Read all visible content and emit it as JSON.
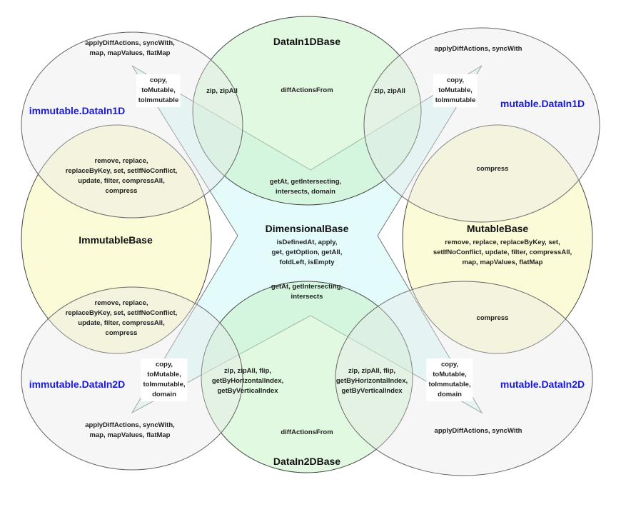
{
  "colors": {
    "dimensional_fill": "#e3fbfb",
    "data1d_fill": "#c9f2c9",
    "base_fill": "#fbfbd5",
    "outer_fill": "#f2f2f2"
  },
  "nodes": {
    "data1dbase": {
      "title": "DataIn1DBase",
      "center_methods": [
        "diffActionsFrom"
      ]
    },
    "data2dbase": {
      "title": "DataIn2DBase",
      "center_methods": [
        "diffActionsFrom"
      ]
    },
    "dimensional": {
      "title": "DimensionalBase",
      "methods": [
        "isDefinedAt, apply,",
        "get, getOption, getAll,",
        "foldLeft, isEmpty"
      ]
    },
    "immutable_base": {
      "title": "ImmutableBase"
    },
    "mutable_base": {
      "title": "MutableBase",
      "methods": [
        "remove, replace, replaceByKey, set,",
        "setIfNoConflict, update, filter, compressAll,",
        "map, mapValues, flatMap"
      ]
    },
    "immutable_1d": {
      "title": "immutable.DataIn1D",
      "methods": [
        "applyDiffActions, syncWith,",
        "map, mapValues, flatMap"
      ]
    },
    "mutable_1d": {
      "title": "mutable.DataIn1D",
      "methods": [
        "applyDiffActions, syncWith"
      ]
    },
    "immutable_2d": {
      "title": "immutable.DataIn2D",
      "methods": [
        "applyDiffActions, syncWith,",
        "map, mapValues, flatMap"
      ]
    },
    "mutable_2d": {
      "title": "mutable.DataIn2D",
      "methods": [
        "applyDiffActions, syncWith"
      ]
    }
  },
  "overlaps": {
    "imm1d_data1d": [
      "zip, zipAll"
    ],
    "mut1d_data1d": [
      "zip, zipAll"
    ],
    "data1d_dimensional": [
      "getAt, getIntersecting,",
      "intersects, domain"
    ],
    "data2d_dimensional": [
      "getAt, getIntersecting,",
      "intersects"
    ],
    "imm1d_immbase": [
      "remove, replace,",
      "replaceByKey, set, setIfNoConflict,",
      "update, filter, compressAll,",
      "compress"
    ],
    "imm2d_immbase": [
      "remove, replace,",
      "replaceByKey, set, setIfNoConflict,",
      "update, filter, compressAll,",
      "compress"
    ],
    "mut1d_mutbase": [
      "compress"
    ],
    "mut2d_mutbase": [
      "compress"
    ],
    "imm2d_data2d": [
      "zip, zipAll, flip,",
      "getByHorizontalIndex,",
      "getByVerticalIndex"
    ],
    "mut2d_data2d": [
      "zip, zipAll, flip,",
      "getByHorizontalIndex,",
      "getByVerticalIndex"
    ]
  },
  "conversions": {
    "imm1d": [
      "copy,",
      "toMutable,",
      "toImmutable"
    ],
    "mut1d": [
      "copy,",
      "toMutable,",
      "toImmutable"
    ],
    "imm2d": [
      "copy,",
      "toMutable,",
      "toImmutable,",
      "domain"
    ],
    "mut2d": [
      "copy,",
      "toMutable,",
      "toImmutable,",
      "domain"
    ]
  }
}
